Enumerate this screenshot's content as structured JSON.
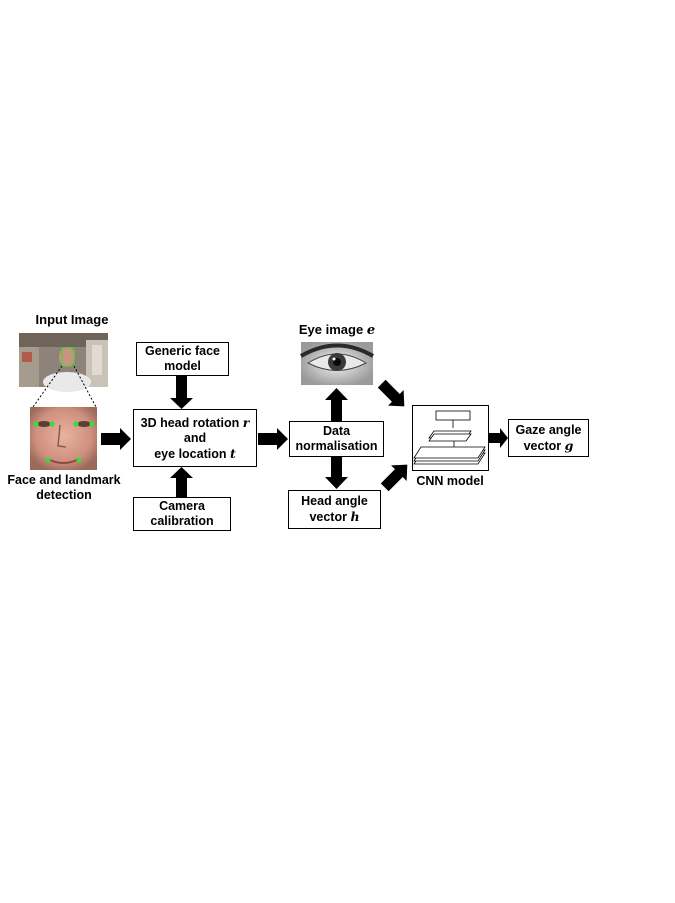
{
  "input_image": {
    "title": "Input Image"
  },
  "face_detection": {
    "line1": "Face and landmark",
    "line2": "detection"
  },
  "generic_face_model": {
    "line1": "Generic face",
    "line2": "model"
  },
  "head_pose": {
    "line1": "3D head rotation",
    "var1": "r",
    "line2": "and",
    "line3": "eye location",
    "var3": "t"
  },
  "camera_calibration": {
    "line1": "Camera",
    "line2": "calibration"
  },
  "eye_image": {
    "title": "Eye image",
    "var": "e"
  },
  "data_normalisation": {
    "line1": "Data",
    "line2": "normalisation"
  },
  "head_angle": {
    "line1": "Head angle",
    "line2": "vector",
    "var": "h"
  },
  "cnn_model": {
    "label": "CNN model"
  },
  "gaze_angle": {
    "line1": "Gaze angle",
    "line2": "vector",
    "var": "g"
  }
}
